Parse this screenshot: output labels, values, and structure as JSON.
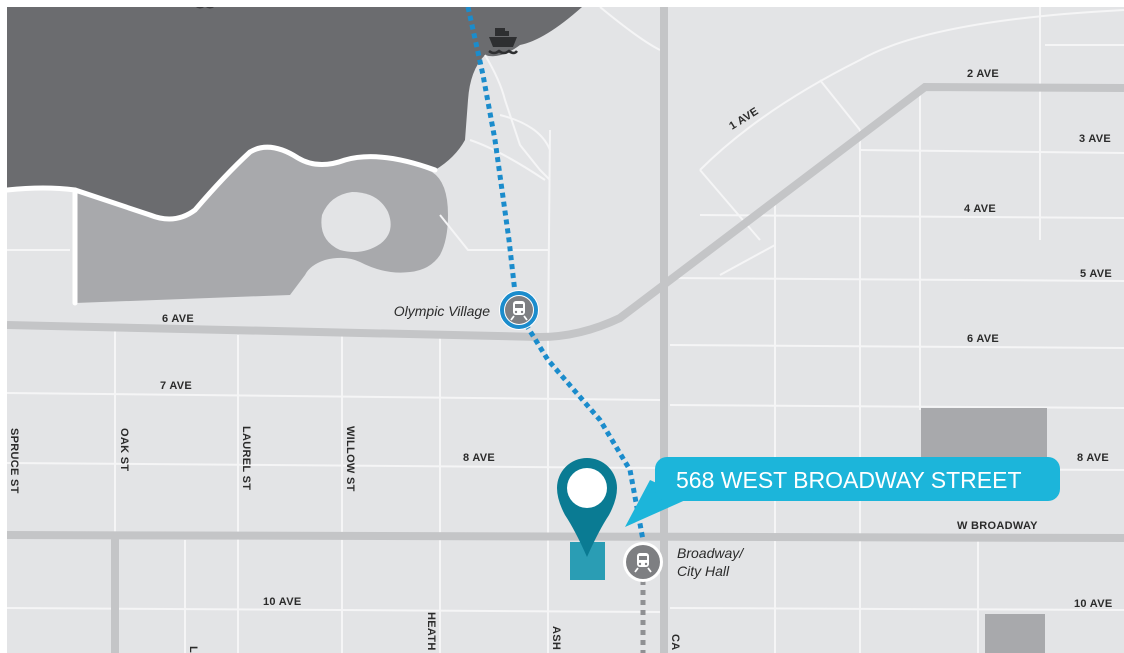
{
  "colors": {
    "land": "#e3e4e6",
    "water": "#6b6c6f",
    "park": "#a8a9ac",
    "street": "#ffffff",
    "major_street": "#c4c5c7",
    "skytrain": "#1b8ccc",
    "future_line": "#8f9093",
    "callout": "#1cb5da",
    "pin": "#0a7b93",
    "building": "#2a9db4",
    "station_grey": "#7e7f82"
  },
  "icons": {
    "ferry": "ferry-icon",
    "train": "train-icon",
    "pin": "map-pin-icon"
  },
  "callout": {
    "address": "568 WEST BROADWAY STREET"
  },
  "stations": {
    "olympic_village": "Olympic Village",
    "broadway_line1": "Broadway/",
    "broadway_line2": "City Hall"
  },
  "streets": {
    "ave1": "1 AVE",
    "ave2": "2 AVE",
    "ave3": "3 AVE",
    "ave4": "4 AVE",
    "ave5": "5 AVE",
    "ave6_west": "6 AVE",
    "ave6_east": "6 AVE",
    "ave7": "7 AVE",
    "ave8_west": "8 AVE",
    "ave8_east": "8 AVE",
    "w_broadway": "W BROADWAY",
    "ave10_west": "10 AVE",
    "ave10_east": "10 AVE",
    "spruce": "SPRUCE ST",
    "oak": "OAK ST",
    "laurel": "LAUREL ST",
    "willow": "WILLOW ST",
    "heather_partial": "HEATH",
    "ash_partial": "ASH",
    "cambie_partial": "CA",
    "l_partial": "L"
  }
}
